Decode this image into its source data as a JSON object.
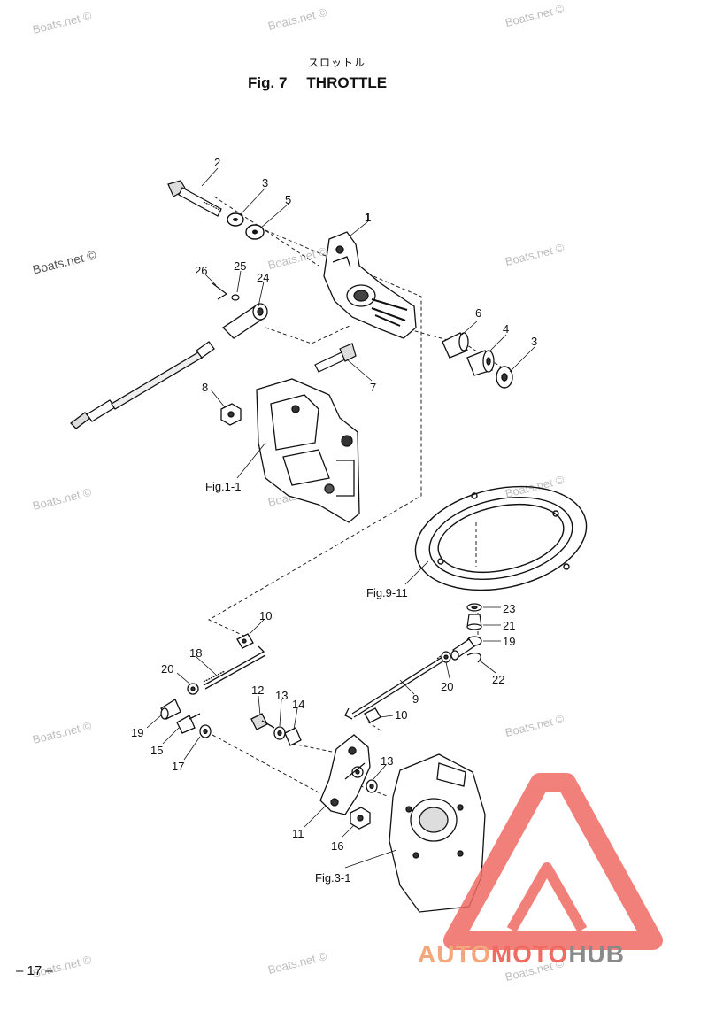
{
  "header": {
    "subtitle": "スロットル",
    "fig_label": "Fig. 7",
    "fig_title": "THROTTLE"
  },
  "page_number": "– 17 –",
  "watermark": "Boats.net ©",
  "part_numbers": [
    "1",
    "2",
    "3",
    "5",
    "26",
    "25",
    "24",
    "6",
    "4",
    "3",
    "7",
    "8",
    "10",
    "18",
    "20",
    "19",
    "15",
    "17",
    "12",
    "13",
    "14",
    "11",
    "16",
    "13",
    "10",
    "9",
    "20",
    "23",
    "21",
    "19",
    "22"
  ],
  "references": [
    "Fig.1-1",
    "Fig.9-11",
    "Fig.3-1"
  ],
  "logo": {
    "part1": "AUTO",
    "part2": "MOTO",
    "part3": "HUB",
    "colors": [
      "#f5a77c",
      "#ef6b63",
      "#8a8a8a"
    ]
  }
}
